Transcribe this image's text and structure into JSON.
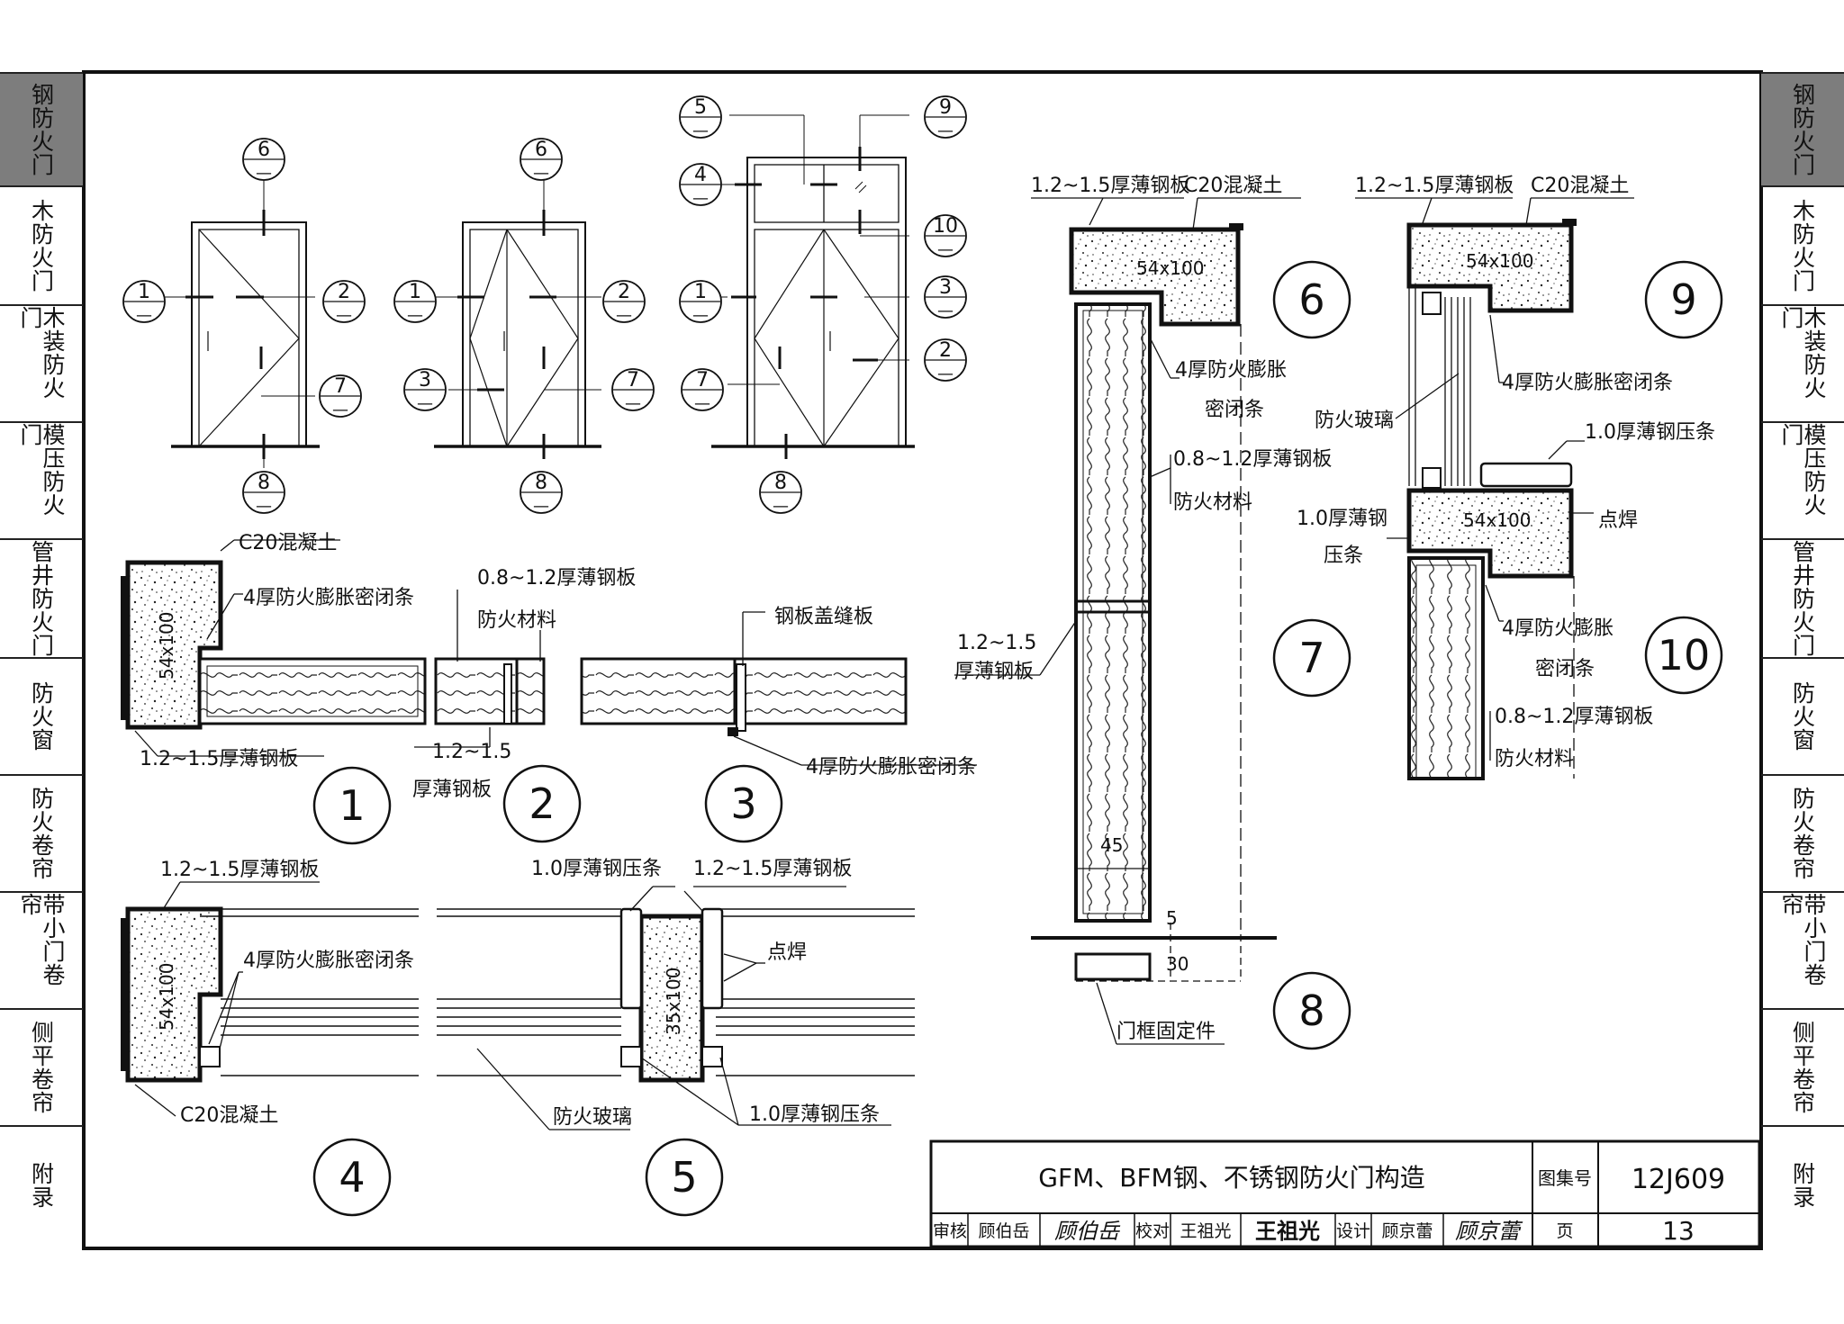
{
  "side_tabs": [
    {
      "label": "钢防火门",
      "active": true
    },
    {
      "label": "木防火门",
      "active": false
    },
    {
      "label": "木装防火门",
      "active": false
    },
    {
      "label": "模压防火门",
      "active": false
    },
    {
      "label": "管井防火门",
      "active": false
    },
    {
      "label": "防火窗",
      "active": false
    },
    {
      "label": "防火卷帘",
      "active": false
    },
    {
      "label": "带小门卷帘",
      "active": false
    },
    {
      "label": "侧平卷帘",
      "active": false
    },
    {
      "label": "附录",
      "active": false
    }
  ],
  "callouts": {
    "d1": {
      "1": "1",
      "2": "2",
      "6": "6",
      "7": "7",
      "8": "8",
      "dash": "—"
    },
    "d2": {
      "1": "1",
      "2": "2",
      "3": "3",
      "6": "6",
      "7": "7",
      "8": "8"
    },
    "d3": {
      "1": "1",
      "2": "2",
      "3": "3",
      "4": "4",
      "5": "5",
      "7": "7",
      "8": "8",
      "9": "9",
      "10": "10"
    }
  },
  "labels": {
    "c20": "C20混凝土",
    "seal4": "4厚防火膨胀密闭条",
    "seal4_a": "4厚防火膨胀",
    "seal4_b": "密闭条",
    "steel_08": "0.8~1.2厚薄钢板",
    "fire_mat": "防火材料",
    "cover_plate": "钢板盖缝板",
    "steel_12": "1.2~1.5厚薄钢板",
    "steel_12_a": "1.2~1.5",
    "steel_12_b": "厚薄钢板",
    "strip_10": "1.0厚薄钢压条",
    "strip_10_a": "1.0厚薄钢",
    "strip_10_b": "压条",
    "spot_weld": "点焊",
    "fire_glass": "防火玻璃",
    "frame_anchor": "门框固定件",
    "dim_54x100": "54x100",
    "dim_35x100": "35x100",
    "dim_45": "45",
    "dim_5": "5",
    "dim_30": "30"
  },
  "detail_numbers": [
    "1",
    "2",
    "3",
    "4",
    "5",
    "6",
    "7",
    "8",
    "9",
    "10"
  ],
  "title_block": {
    "title": "GFM、BFM钢、不锈钢防火门构造",
    "atlas_label": "图集号",
    "atlas_no": "12J609",
    "review_label": "审核",
    "reviewer": "顾伯岳",
    "reviewer_sig": "顾伯岳",
    "check_label": "校对",
    "checker": "王祖光",
    "checker_sig": "王祖光",
    "design_label": "设计",
    "designer": "顾京蕾",
    "designer_sig": "顾京蕾",
    "page_label": "页",
    "page_no": "13"
  }
}
